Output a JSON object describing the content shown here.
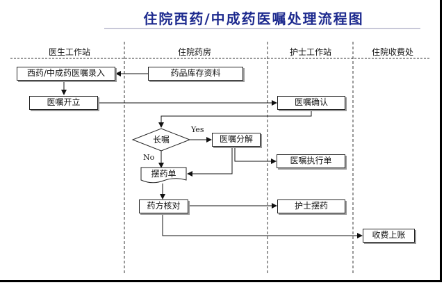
{
  "title": "住院西药/中成药医嘱处理流程图",
  "lanes": [
    "医生工作站",
    "住院药房",
    "护士工作站",
    "住院收费处"
  ],
  "nodes": {
    "order_entry": "西药/中成药医嘱录入",
    "drug_stock": "药品库存资料",
    "order_issue": "医嘱开立",
    "order_confirm": "医嘱确认",
    "long_term_order": "长嘱",
    "order_split": "医嘱分解",
    "execution_sheet": "医嘱执行单",
    "dispensing_list": "摆药单",
    "prescription_check": "药方核对",
    "nurse_dispensing": "护士摆药",
    "billing": "收费上账"
  },
  "labels": {
    "yes": "Yes",
    "no": "No"
  }
}
